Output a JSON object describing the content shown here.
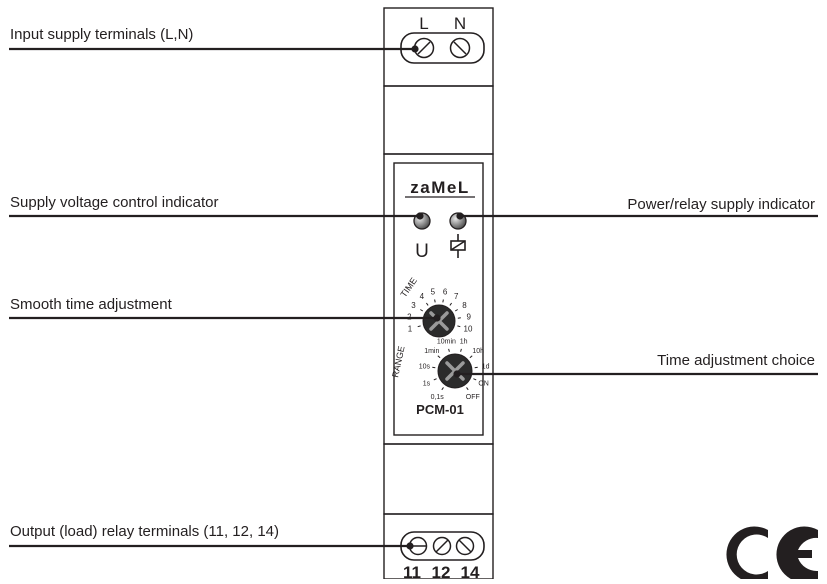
{
  "callouts": {
    "input_terminals": "Input supply terminals (L,N)",
    "supply_voltage_indicator": "Supply voltage control indicator",
    "power_relay_indicator": "Power/relay supply indicator",
    "smooth_time": "Smooth time adjustment",
    "time_choice": "Time adjustment choice",
    "output_terminals": "Output (load) relay terminals (11, 12, 14)"
  },
  "device": {
    "brand": "zaMeL",
    "model": "PCM-01",
    "top_terminal_labels": [
      "L",
      "N"
    ],
    "bottom_terminal_labels": [
      "11",
      "12",
      "14"
    ],
    "indicator_labels": [
      "U",
      "relay-symbol"
    ],
    "time_dial_label": "TIME",
    "time_dial_scale": [
      "1",
      "2",
      "3",
      "4",
      "5",
      "6",
      "7",
      "8",
      "9",
      "10"
    ],
    "range_dial_label": "RANGE",
    "range_dial_scale": [
      "0,1s",
      "1s",
      "10s",
      "1min",
      "10min",
      "1h",
      "10h",
      "1d",
      "ON",
      "OFF"
    ]
  },
  "marks": {
    "ce": "CE"
  },
  "colors": {
    "ink": "#231f20",
    "led": "#8a8a8a",
    "knob": "#2b2b2b"
  }
}
